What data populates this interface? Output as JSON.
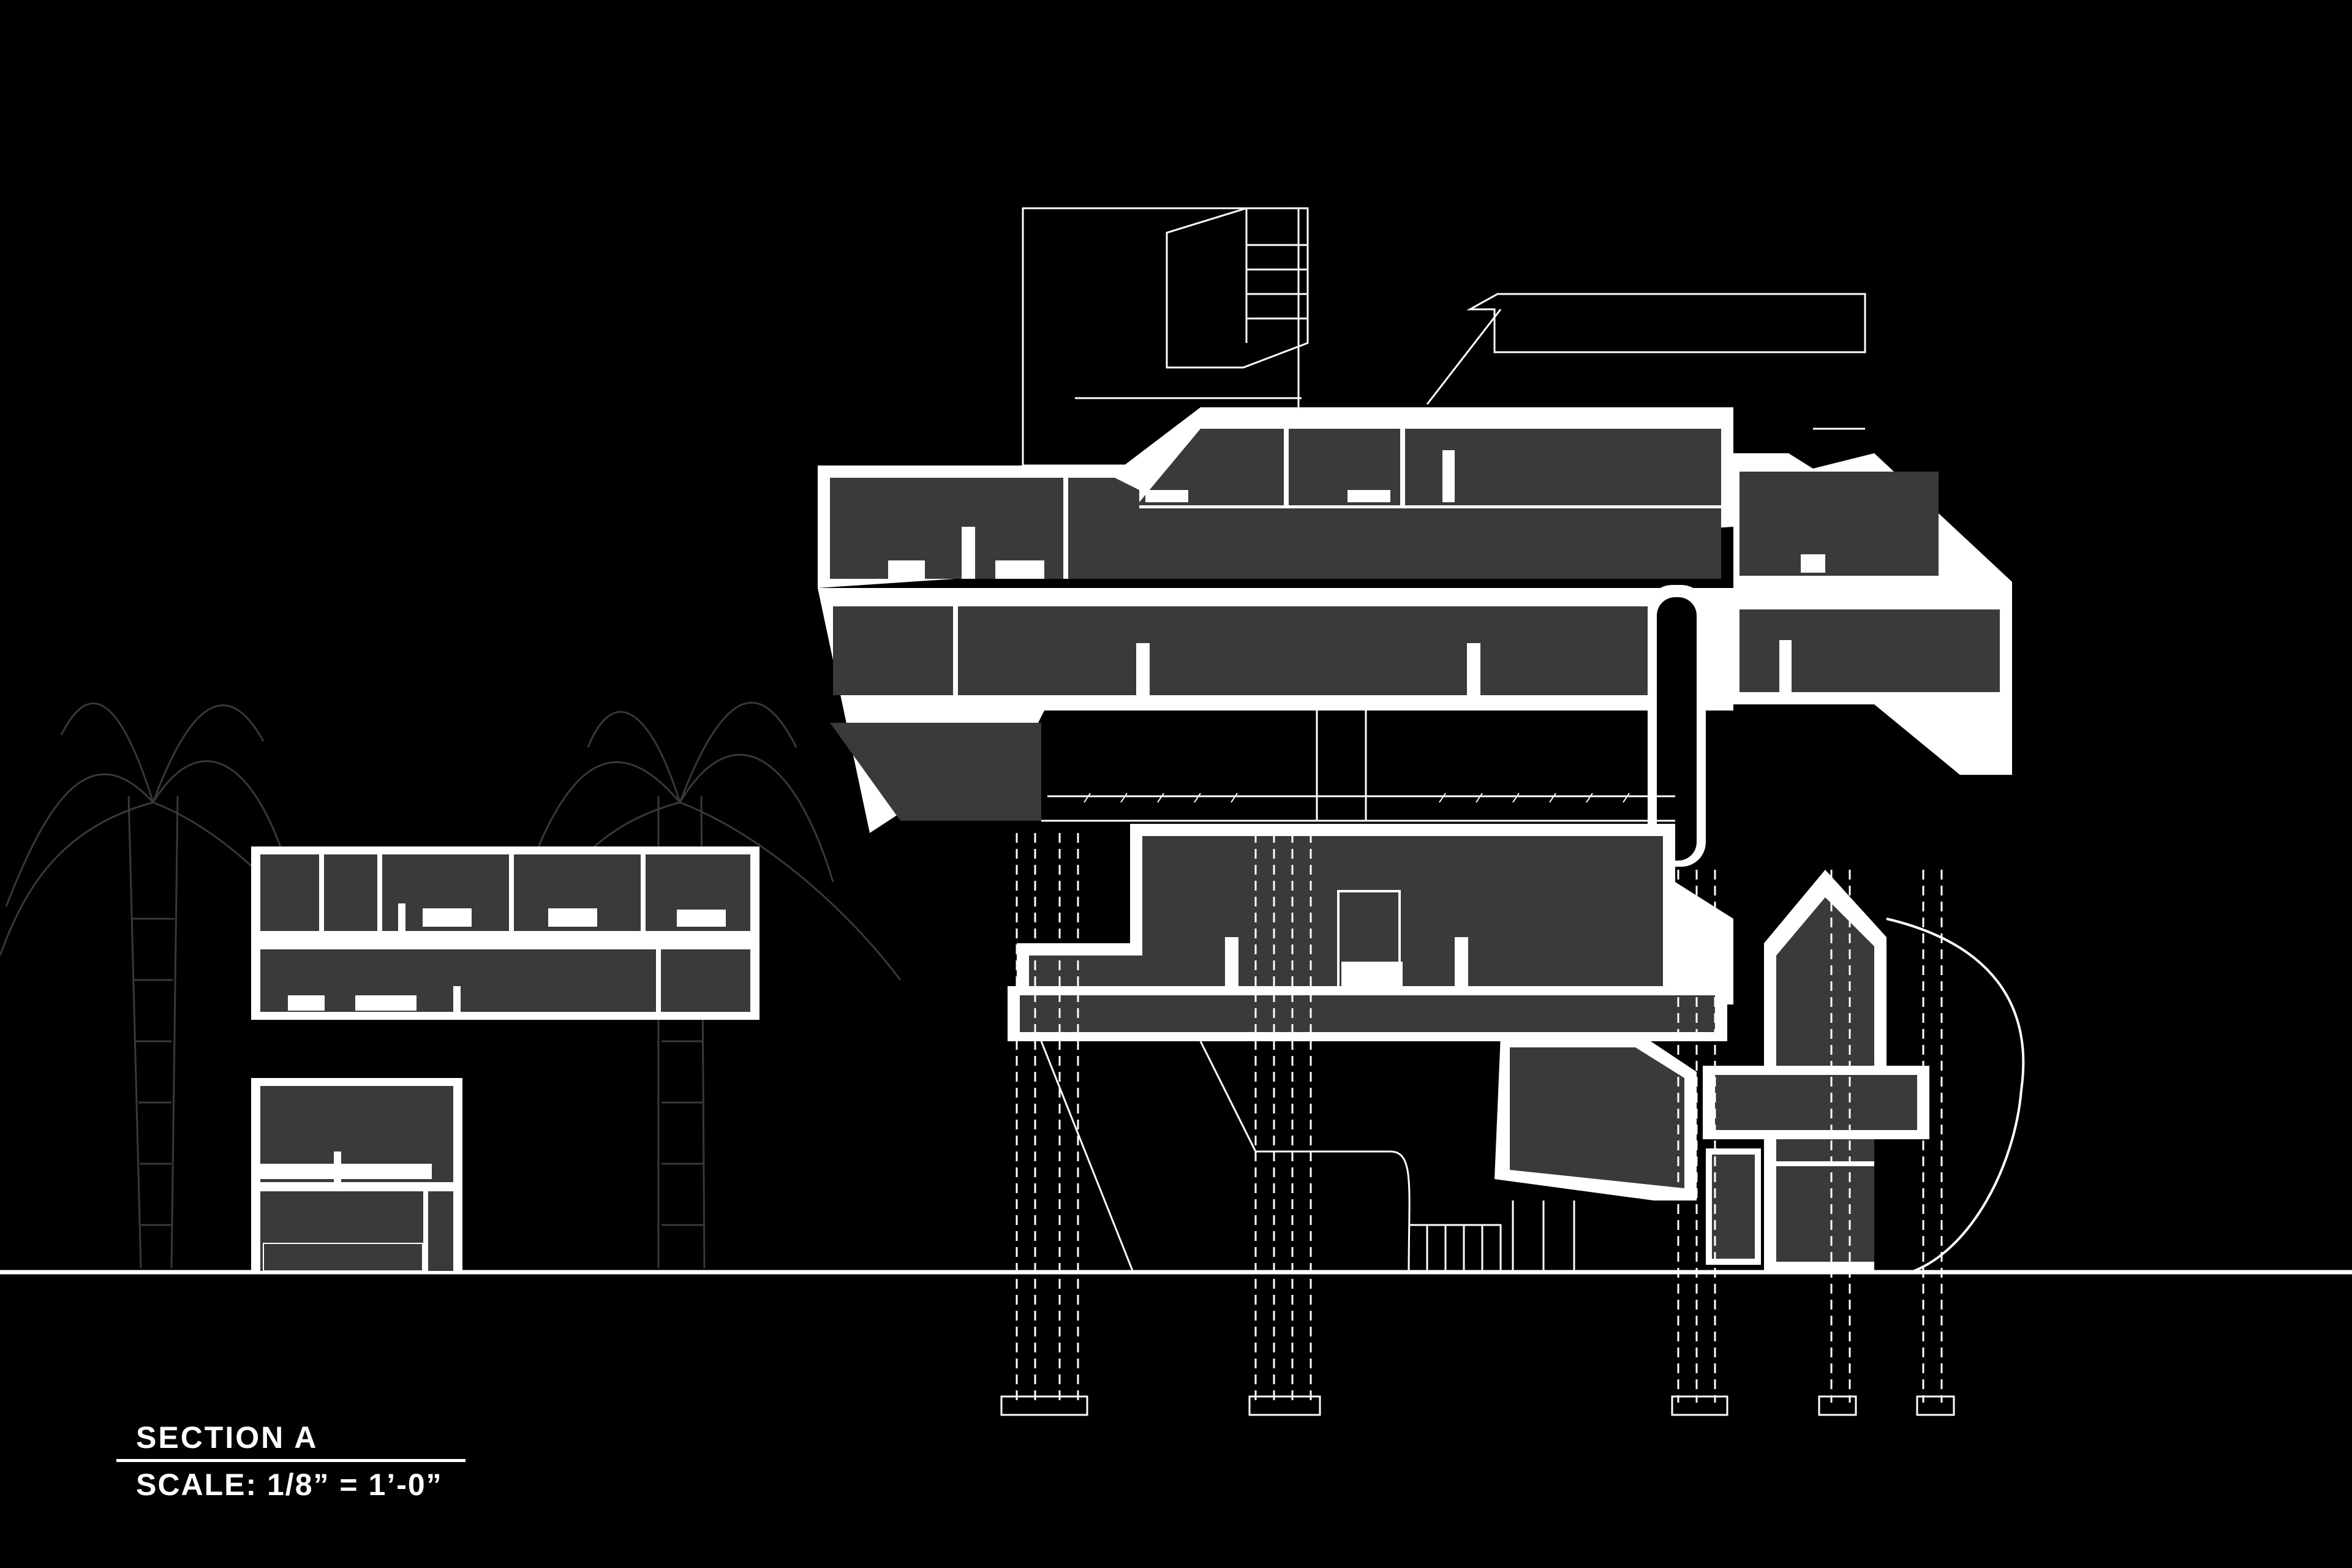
{
  "drawing": {
    "kind": "architectural building section",
    "background_color": "#000000",
    "line_color": "#ffffff",
    "floor_fill_color": "#3a3a3a"
  },
  "title_block": {
    "title": "SECTION A",
    "scale": "SCALE: 1/8” = 1’-0”"
  }
}
